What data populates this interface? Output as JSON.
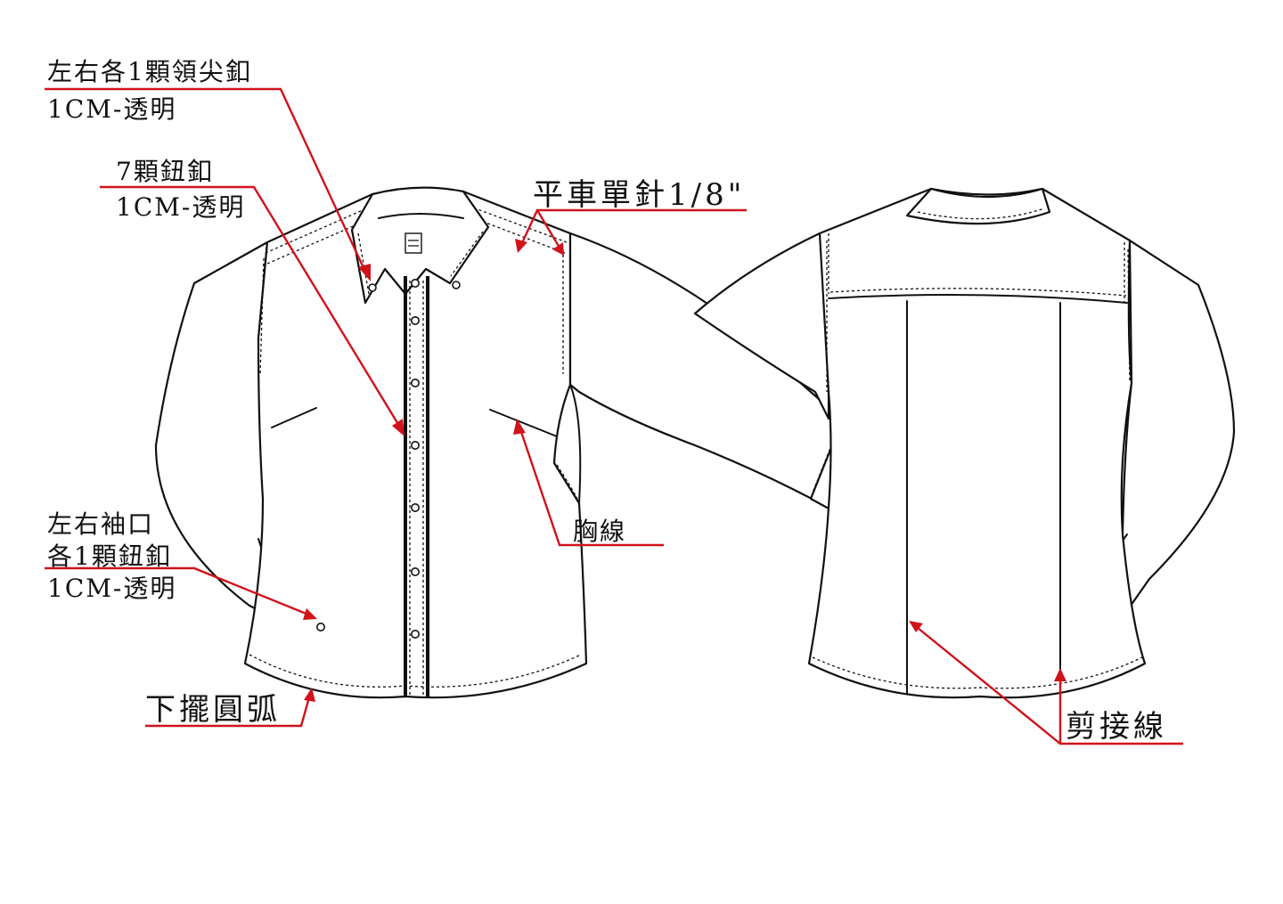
{
  "annotations": {
    "collar_button": {
      "line1": "左右各1顆領尖釦",
      "line2": "1CM-透明"
    },
    "front_buttons": {
      "line1": "7顆鈕釦",
      "line2": "1CM-透明"
    },
    "topstitch": {
      "text": "平車單針1/8\""
    },
    "chest_line": {
      "text": "胸線"
    },
    "cuff_button": {
      "line1": "左右袖口",
      "line2": "各1顆鈕釦",
      "line3": "1CM-透明"
    },
    "hem": {
      "text": "下擺圓弧"
    },
    "seam_line": {
      "text": "剪接線"
    }
  },
  "colors": {
    "callout": "#d0121b",
    "outline": "#111111",
    "background": "#ffffff"
  }
}
